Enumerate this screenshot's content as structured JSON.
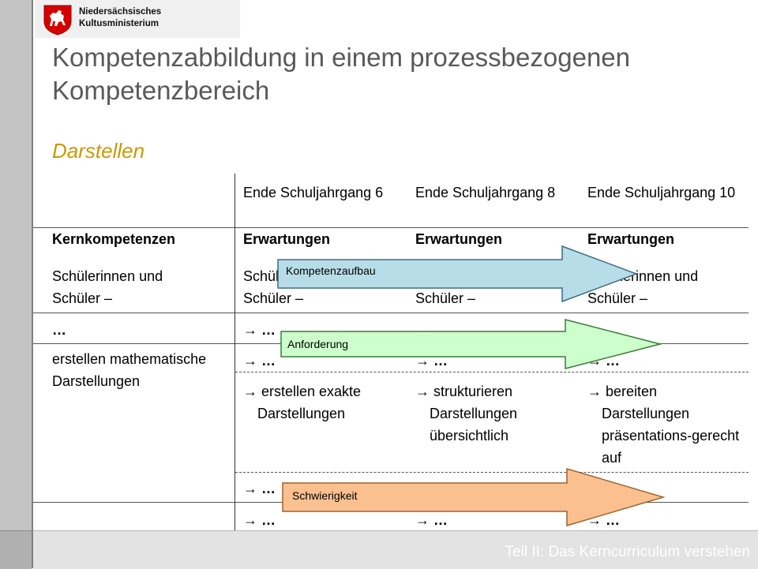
{
  "logo": {
    "line1": "Niedersächsisches",
    "line2": "Kultusministerium"
  },
  "title": "Kompetenzabbildung in einem prozessbezogenen Kompetenzbereich",
  "subtitle": "Darstellen",
  "table": {
    "headers": [
      "Ende Schuljahrgang 6",
      "Ende Schuljahrgang 8",
      "Ende Schuljahrgang 10"
    ],
    "labels": {
      "col0": "Kernkompetenzen",
      "col": "Erwartungen"
    },
    "intro": "Schülerinnen und Schüler –",
    "intro_col_partial": "Schülerinnen und Schüler –",
    "ellipsis": "…",
    "arrow_ellipsis": "→ …",
    "kernkompetenz": "erstellen mathematische Darstellungen",
    "expectations": [
      "→ erstellen exakte Darstellungen",
      "→ strukturieren Darstellungen übersichtlich",
      "→ bereiten Darstellungen präsentations-gerecht auf"
    ]
  },
  "arrows": {
    "competence": {
      "label": "Kompetenzaufbau",
      "color": "#b7dde8"
    },
    "requirement": {
      "label": "Anforderung",
      "color": "#ccffcc"
    },
    "difficulty": {
      "label": "Schwierigkeit",
      "color": "#fac090"
    }
  },
  "footer": "Teil II: Das Kerncurriculum verstehen"
}
